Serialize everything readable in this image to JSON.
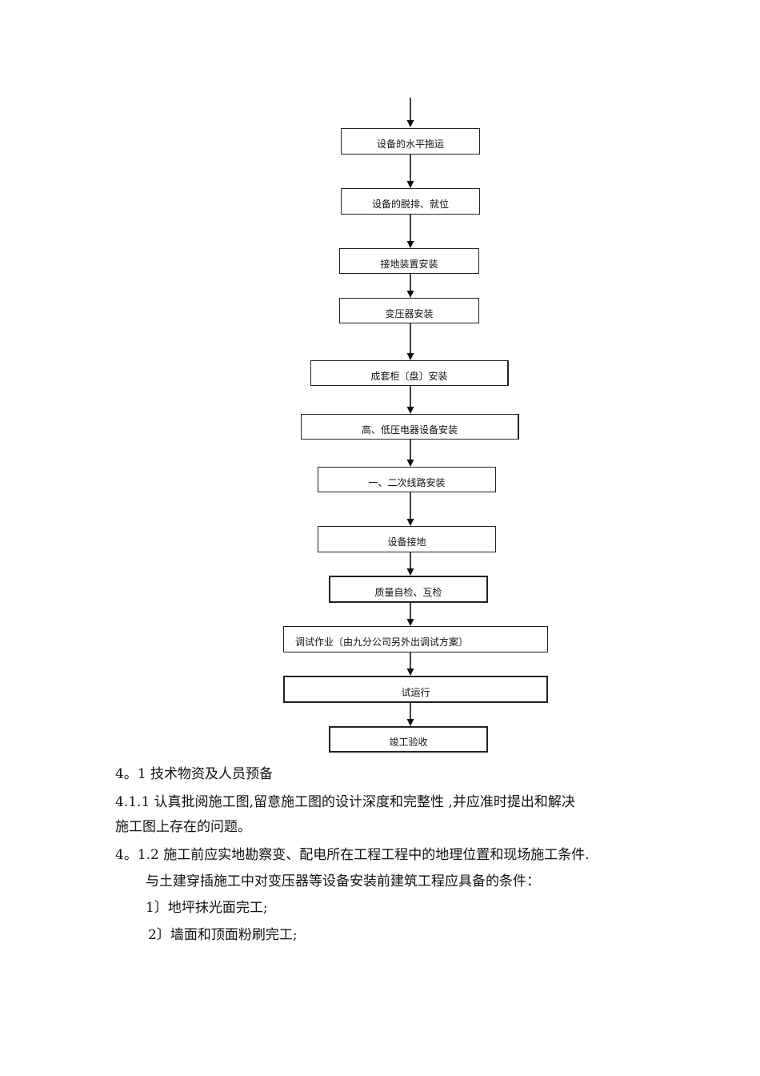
{
  "flowchart": {
    "steps": [
      "设备的水平拖运",
      "设备的脱排、就位",
      "接地装置安装",
      "变压器安装",
      "成套柜〔盘〕安装",
      "高、低压电器设备安装",
      "一、二次线路安装",
      "设备接地",
      "质量自检、互检",
      "调试作业〔由九分公司另外出调试方案〕",
      "试运行",
      "竣工验收"
    ]
  },
  "text": {
    "heading_4_1": "4。1 技术物资及人员预备",
    "p_4_1_1_line1": "4.1.1 认真批阅施工图,留意施工图的设计深度和完整性 ,并应准时提出和解决",
    "p_4_1_1_line2": "施工图上存在的问题。",
    "p_4_1_2": "4。1.2 施工前应实地勘察变、配电所在工程工程中的地理位置和现场施工条件.",
    "p_conditions": "与土建穿插施工中对变压器等设备安装前建筑工程应具备的条件：",
    "item_1": "1〕地坪抹光面完工;",
    "item_2": "2〕墙面和顶面粉刷完工;"
  }
}
